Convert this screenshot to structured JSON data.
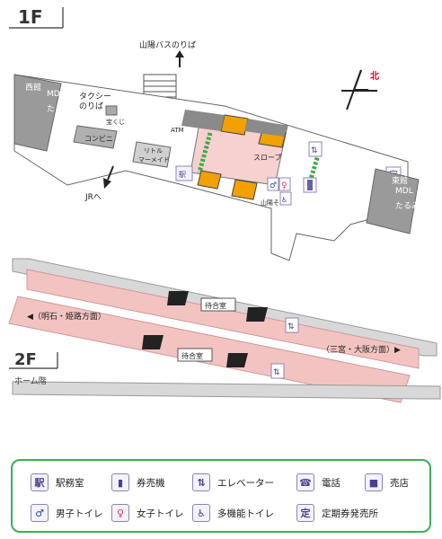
{
  "floor_1f": {
    "label": "1F",
    "labels": {
      "bus": "山陽バスのりば",
      "west_md_1": "西館",
      "west_md_2": "MDL",
      "west_md_3": "たるみ",
      "taxi_1": "タクシー",
      "taxi_2": "のりば",
      "takarakuji": "宝くじ",
      "atm": "ATM",
      "conbini": "コンビニ",
      "little_1": "リトル",
      "little_2": "マーメイド",
      "jr": "JRへ",
      "slope": "スロープ",
      "sanyo_soba": "山陽そば",
      "east_md_1": "東館",
      "east_md_2": "MDL",
      "east_md_3": "たるみ",
      "teiki": "定",
      "north": "北"
    }
  },
  "floor_2f": {
    "label": "2F",
    "sublabel": "ホーム階",
    "waiting_room": "待合室",
    "direction_west": "◀（明石・姫路方面）",
    "direction_east": "（三宮・大阪方面）▶"
  },
  "legend": {
    "items": [
      {
        "icon": "station-office-icon",
        "symbol": "🚉",
        "label": "駅務室"
      },
      {
        "icon": "ticket-machine-icon",
        "symbol": "▮",
        "label": "券売機"
      },
      {
        "icon": "elevator-icon",
        "symbol": "⇅",
        "label": "エレベーター"
      },
      {
        "icon": "phone-icon",
        "symbol": "☎",
        "label": "電話"
      },
      {
        "icon": "shop-icon",
        "symbol": "■",
        "label": "売店"
      },
      {
        "icon": "men-toilet-icon",
        "symbol": "♂",
        "label": "男子トイレ"
      },
      {
        "icon": "women-toilet-icon",
        "symbol": "♀",
        "label": "女子トイレ"
      },
      {
        "icon": "accessible-toilet-icon",
        "symbol": "♿",
        "label": "多機能トイレ"
      },
      {
        "icon": "commuter-pass-icon",
        "symbol": "定",
        "label": "定期券発売所"
      }
    ]
  },
  "colors": {
    "concourse_pink": "#f6d1d0",
    "platform_pink": "#f3c3c2",
    "building_gray": "#9a9a9a",
    "stair_orange": "#f2a100",
    "escalator_green": "#3caa49",
    "legend_border": "#3fae52",
    "north_red": "#e60012"
  }
}
